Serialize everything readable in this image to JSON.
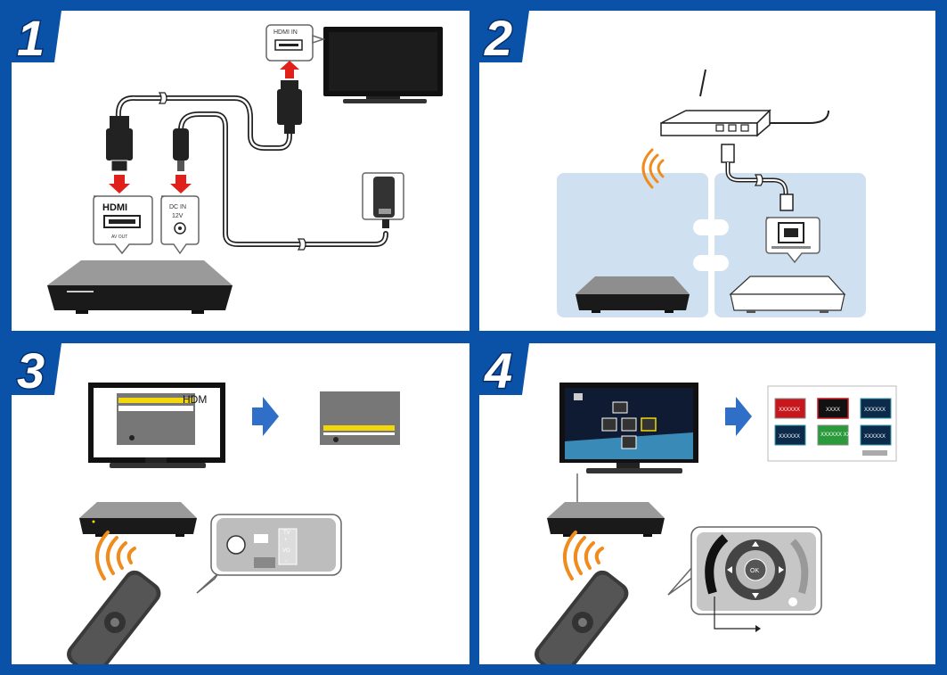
{
  "panels": [
    {
      "step": "1"
    },
    {
      "step": "2"
    },
    {
      "step": "3"
    },
    {
      "step": "4"
    }
  ],
  "step1": {
    "tv_port_label": "HDMI IN",
    "hdmi_logo": "HDMI",
    "av_out_label": "AV OUT",
    "dc_in_label": "DC IN",
    "dc_voltage": "12V"
  },
  "step3": {
    "tv_screen_text": "HDM",
    "remote_tv_label": "TV",
    "remote_vol_label": "VO",
    "remote_plus": "+",
    "remote_minus": "−"
  },
  "step4": {
    "menu_tiles": [
      "XXXXXX",
      "XXXX",
      "XXXXXX",
      "XXXXXX",
      "XXXXXX\nXXXX",
      "XXXXXX"
    ],
    "ok_label": "OK"
  },
  "colors": {
    "brand_blue": "#0a52a8",
    "arrow_red": "#e0201b",
    "wave_orange": "#f08c1e",
    "zone_blue": "#cfe0f0",
    "screen_yellow": "#f2d80a"
  }
}
